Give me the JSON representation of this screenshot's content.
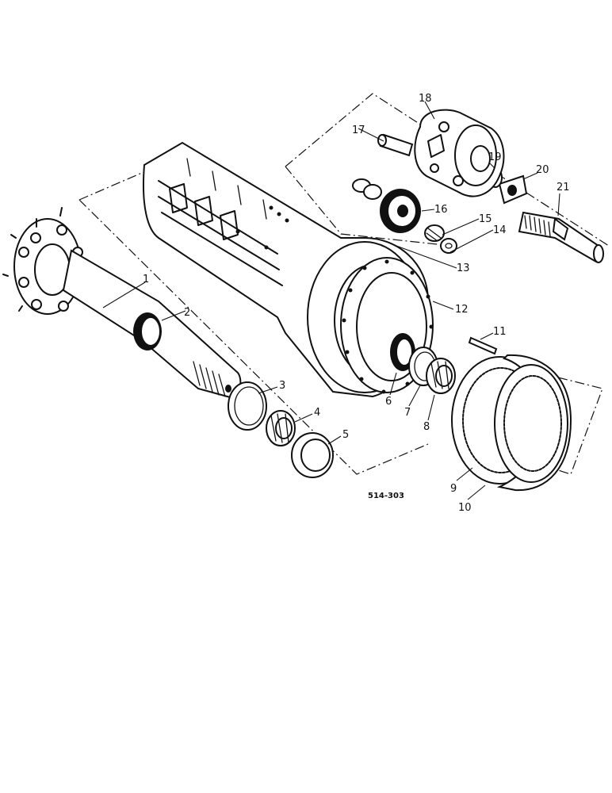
{
  "reference_code": "514-303",
  "callouts": [
    {
      "number": "1"
    },
    {
      "number": "2"
    },
    {
      "number": "3"
    },
    {
      "number": "4"
    },
    {
      "number": "5"
    },
    {
      "number": "6"
    },
    {
      "number": "7"
    },
    {
      "number": "8"
    },
    {
      "number": "9"
    },
    {
      "number": "10"
    },
    {
      "number": "11"
    },
    {
      "number": "12"
    },
    {
      "number": "13"
    },
    {
      "number": "14"
    },
    {
      "number": "15"
    },
    {
      "number": "16"
    },
    {
      "number": "17"
    },
    {
      "number": "18"
    },
    {
      "number": "19"
    },
    {
      "number": "20"
    },
    {
      "number": "21"
    }
  ]
}
